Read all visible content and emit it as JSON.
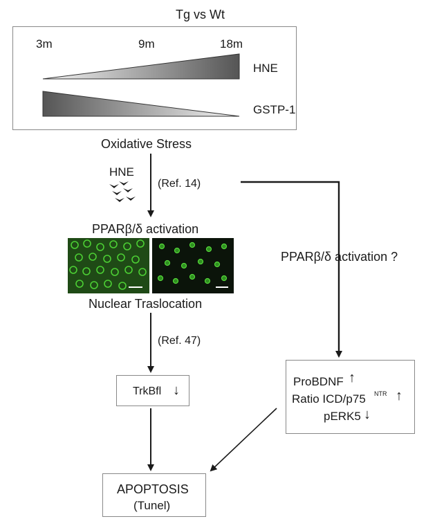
{
  "title": "Tg vs Wt",
  "timepoints": {
    "t1": "3m",
    "t2": "9m",
    "t3": "18m"
  },
  "markers": {
    "hne": "HNE",
    "gstp": "GSTP-1"
  },
  "oxidative_stress": "Oxidative Stress",
  "hne_label": "HNE",
  "ref14": "(Ref. 14)",
  "ppar_activation": "PPARβ/δ activation",
  "nuclear_translocation": "Nuclear Traslocation",
  "ref47": "(Ref. 47)",
  "trkbfl": {
    "label": "TrkBfl",
    "arrow": "↓"
  },
  "ppar_question": "PPARβ/δ activation ?",
  "right_box": {
    "probdnf": "ProBDNF",
    "probdnf_arrow": "↑",
    "ratio": "Ratio ICD/p75",
    "ratio_sup": "NTR",
    "ratio_arrow": "↑",
    "perk5": "pERK5",
    "perk5_arrow": "↓"
  },
  "apoptosis": {
    "line1": "APOPTOSIS",
    "line2": "(Tunel)"
  },
  "colors": {
    "fluorescence": "#3fbf2a",
    "background_dark": "#0e1a0c",
    "wedge_dark": "#555555",
    "wedge_light": "#f2f2f2"
  }
}
